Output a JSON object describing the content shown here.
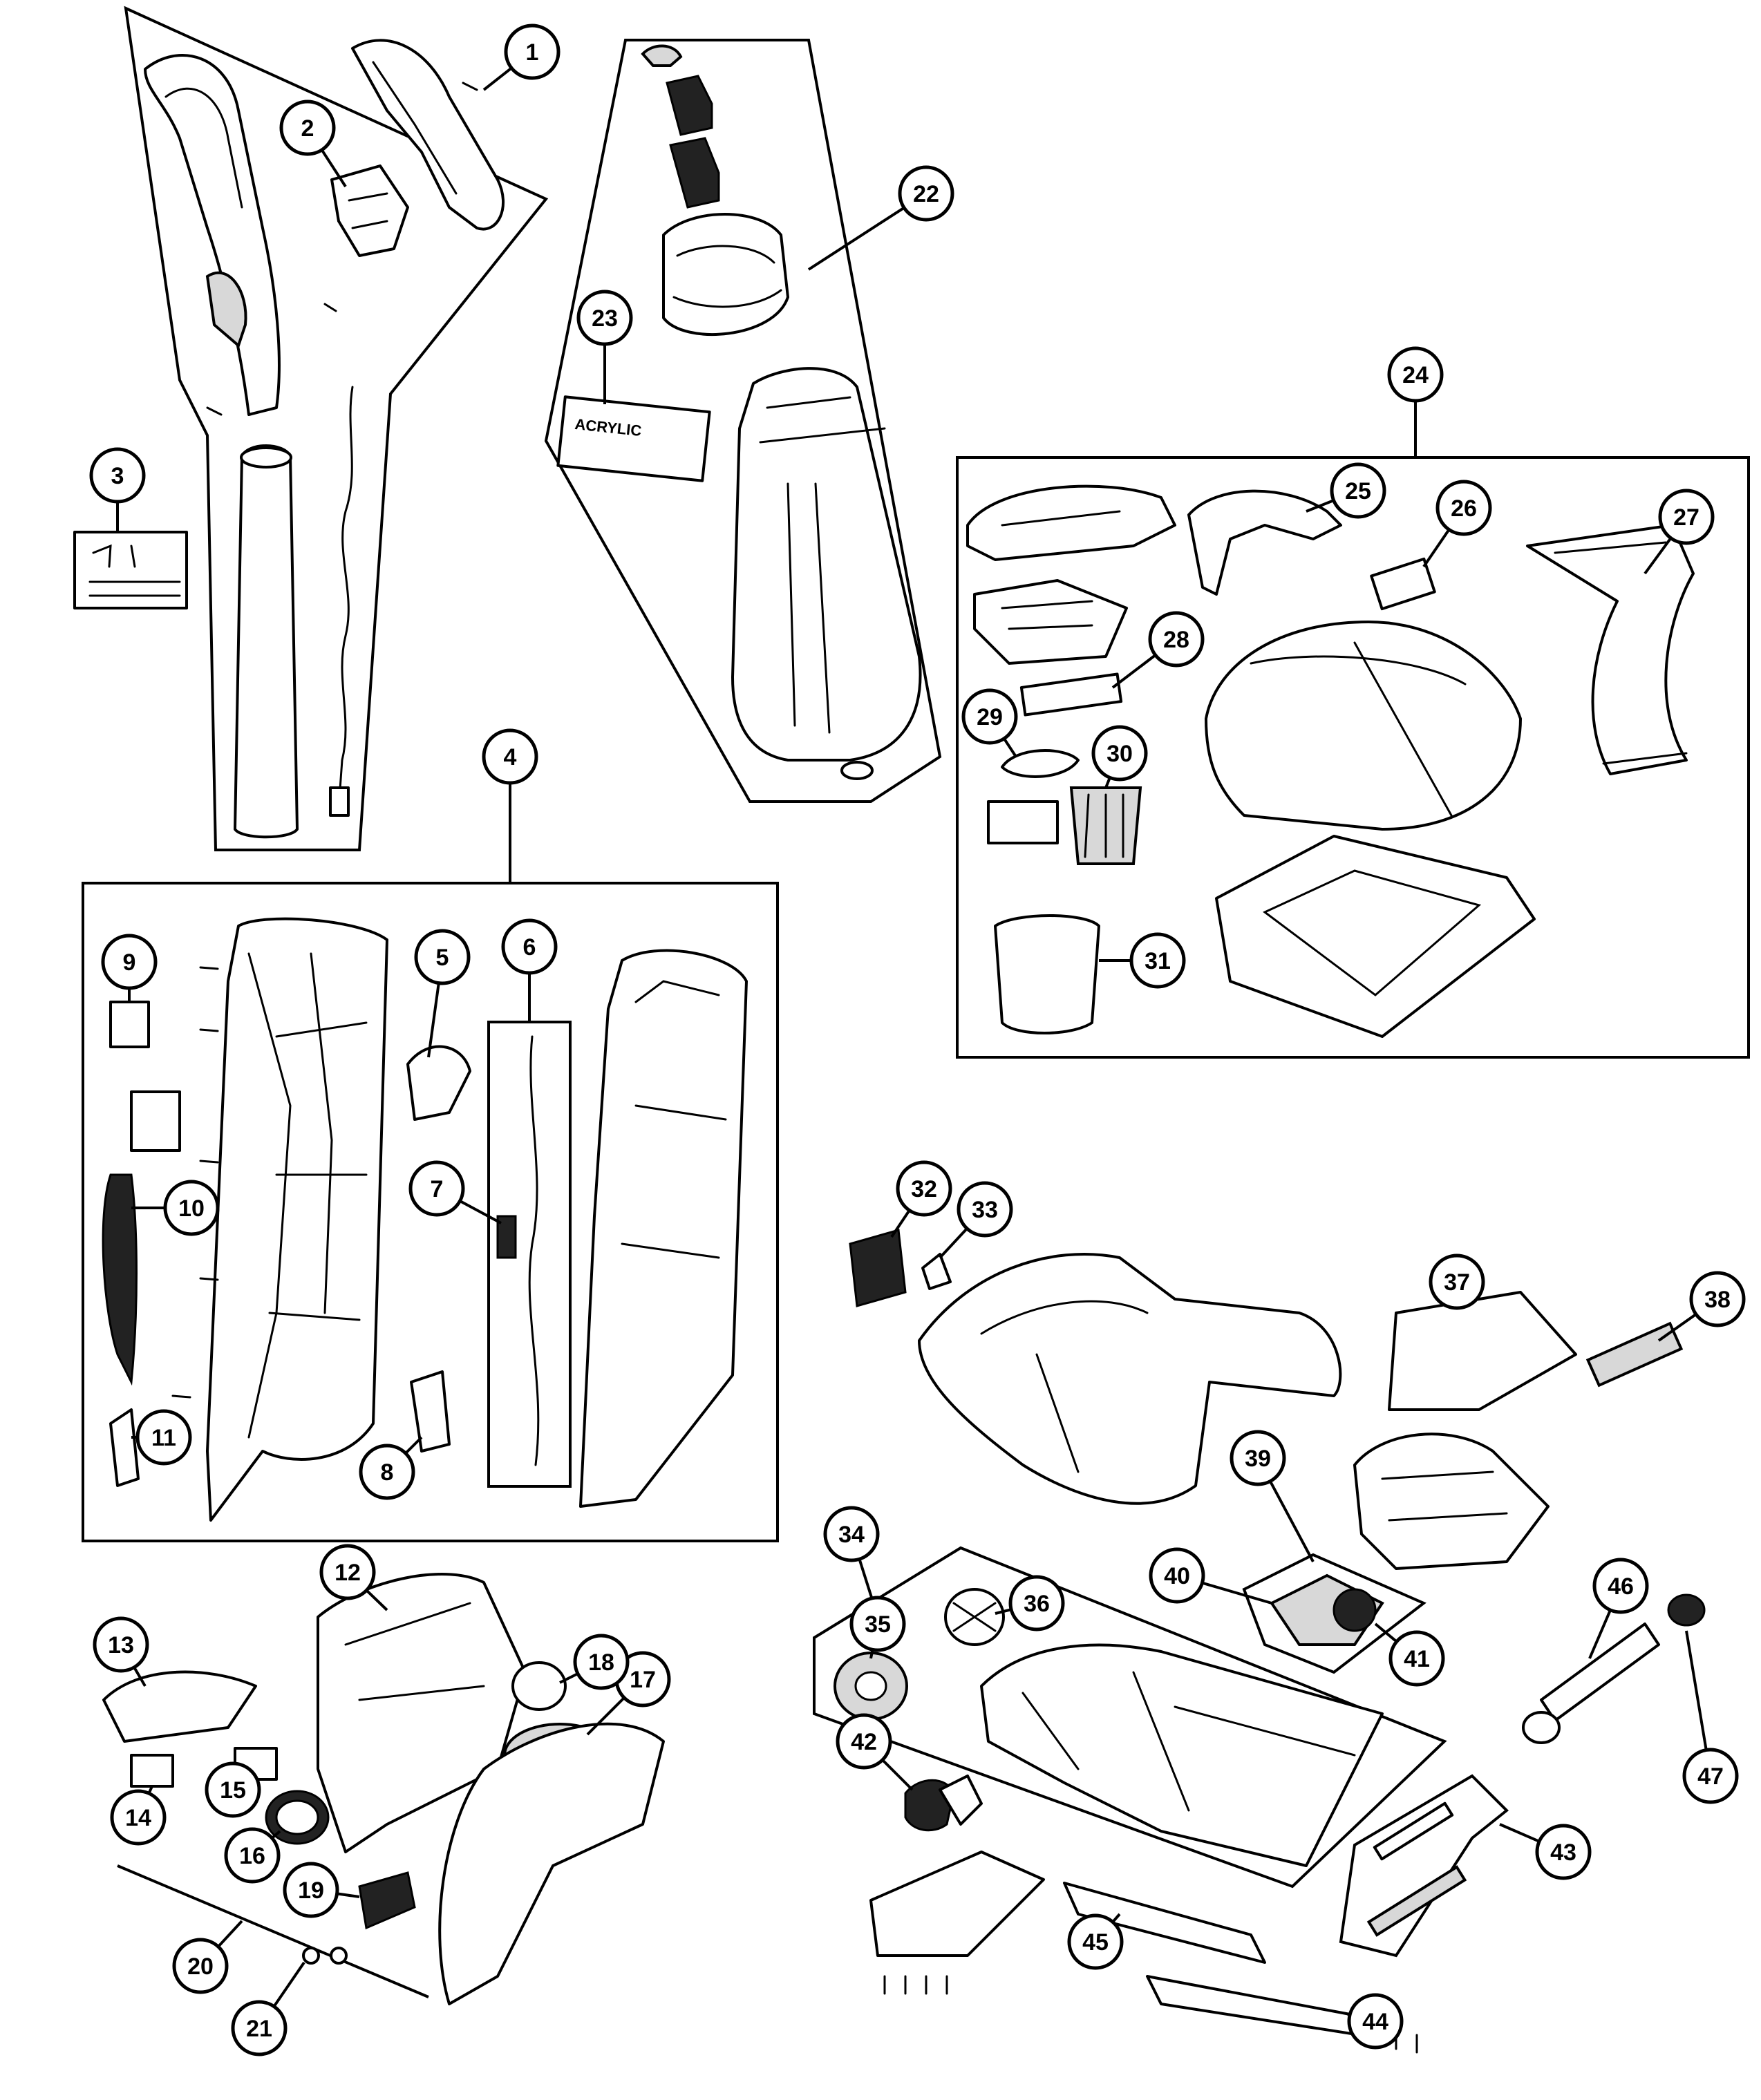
{
  "diagram": {
    "callouts": [
      {
        "n": "1"
      },
      {
        "n": "2"
      },
      {
        "n": "3"
      },
      {
        "n": "4"
      },
      {
        "n": "5"
      },
      {
        "n": "6"
      },
      {
        "n": "7"
      },
      {
        "n": "8"
      },
      {
        "n": "9"
      },
      {
        "n": "10"
      },
      {
        "n": "11"
      },
      {
        "n": "12"
      },
      {
        "n": "13"
      },
      {
        "n": "14"
      },
      {
        "n": "15"
      },
      {
        "n": "16"
      },
      {
        "n": "17"
      },
      {
        "n": "18"
      },
      {
        "n": "19"
      },
      {
        "n": "20"
      },
      {
        "n": "21"
      },
      {
        "n": "22"
      },
      {
        "n": "23"
      },
      {
        "n": "24"
      },
      {
        "n": "25"
      },
      {
        "n": "26"
      },
      {
        "n": "27"
      },
      {
        "n": "28"
      },
      {
        "n": "29"
      },
      {
        "n": "30"
      },
      {
        "n": "31"
      },
      {
        "n": "32"
      },
      {
        "n": "33"
      },
      {
        "n": "34"
      },
      {
        "n": "35"
      },
      {
        "n": "36"
      },
      {
        "n": "37"
      },
      {
        "n": "38"
      },
      {
        "n": "39"
      },
      {
        "n": "40"
      },
      {
        "n": "41"
      },
      {
        "n": "42"
      },
      {
        "n": "43"
      },
      {
        "n": "44"
      },
      {
        "n": "45"
      },
      {
        "n": "46"
      },
      {
        "n": "47"
      }
    ],
    "label_23": "ACRYLIC"
  }
}
